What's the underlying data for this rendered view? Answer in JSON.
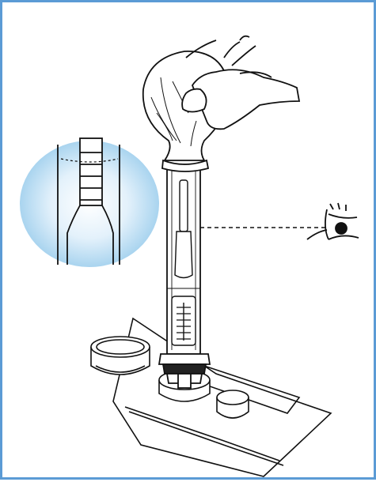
{
  "figure": {
    "caption": "",
    "frame_color": "#5b9bd5",
    "inset_color": "#a9d4ef",
    "line_color": "#111111",
    "elements": [
      "hand-squeezing-rubber-bulb",
      "glass-syringe-tube",
      "hydrometer-float",
      "magnified-inset-view",
      "eye-reading-level",
      "battery-cell-caps",
      "battery-tray"
    ]
  }
}
